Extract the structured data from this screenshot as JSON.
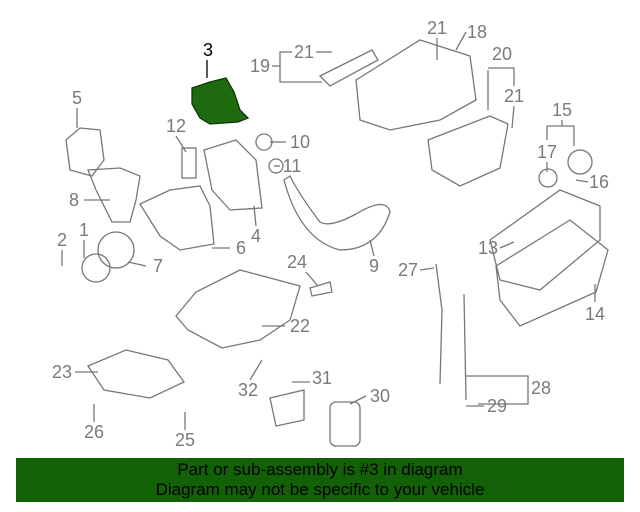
{
  "diagram": {
    "highlighted_part": "3",
    "highlight_color": "#1e6a0e",
    "callouts": {
      "p3": "3",
      "p5": "5",
      "p12": "12",
      "p10": "10",
      "p11": "11",
      "p8": "8",
      "p1": "1",
      "p2": "2",
      "p7": "7",
      "p6": "6",
      "p4": "4",
      "p9": "9",
      "p24": "24",
      "p22": "22",
      "p23": "23",
      "p32": "32",
      "p31": "31",
      "p30": "30",
      "p26": "26",
      "p25": "25",
      "p21a": "21",
      "p19": "19",
      "p21b": "21",
      "p18": "18",
      "p20": "20",
      "p21c": "21",
      "p15": "15",
      "p17": "17",
      "p16": "16",
      "p13": "13",
      "p27": "27",
      "p14": "14",
      "p28": "28",
      "p29": "29"
    }
  },
  "banner": {
    "line1": "Part or sub-assembly is #3 in diagram",
    "line2": "Diagram may not be specific to your vehicle",
    "color": "#136106"
  }
}
